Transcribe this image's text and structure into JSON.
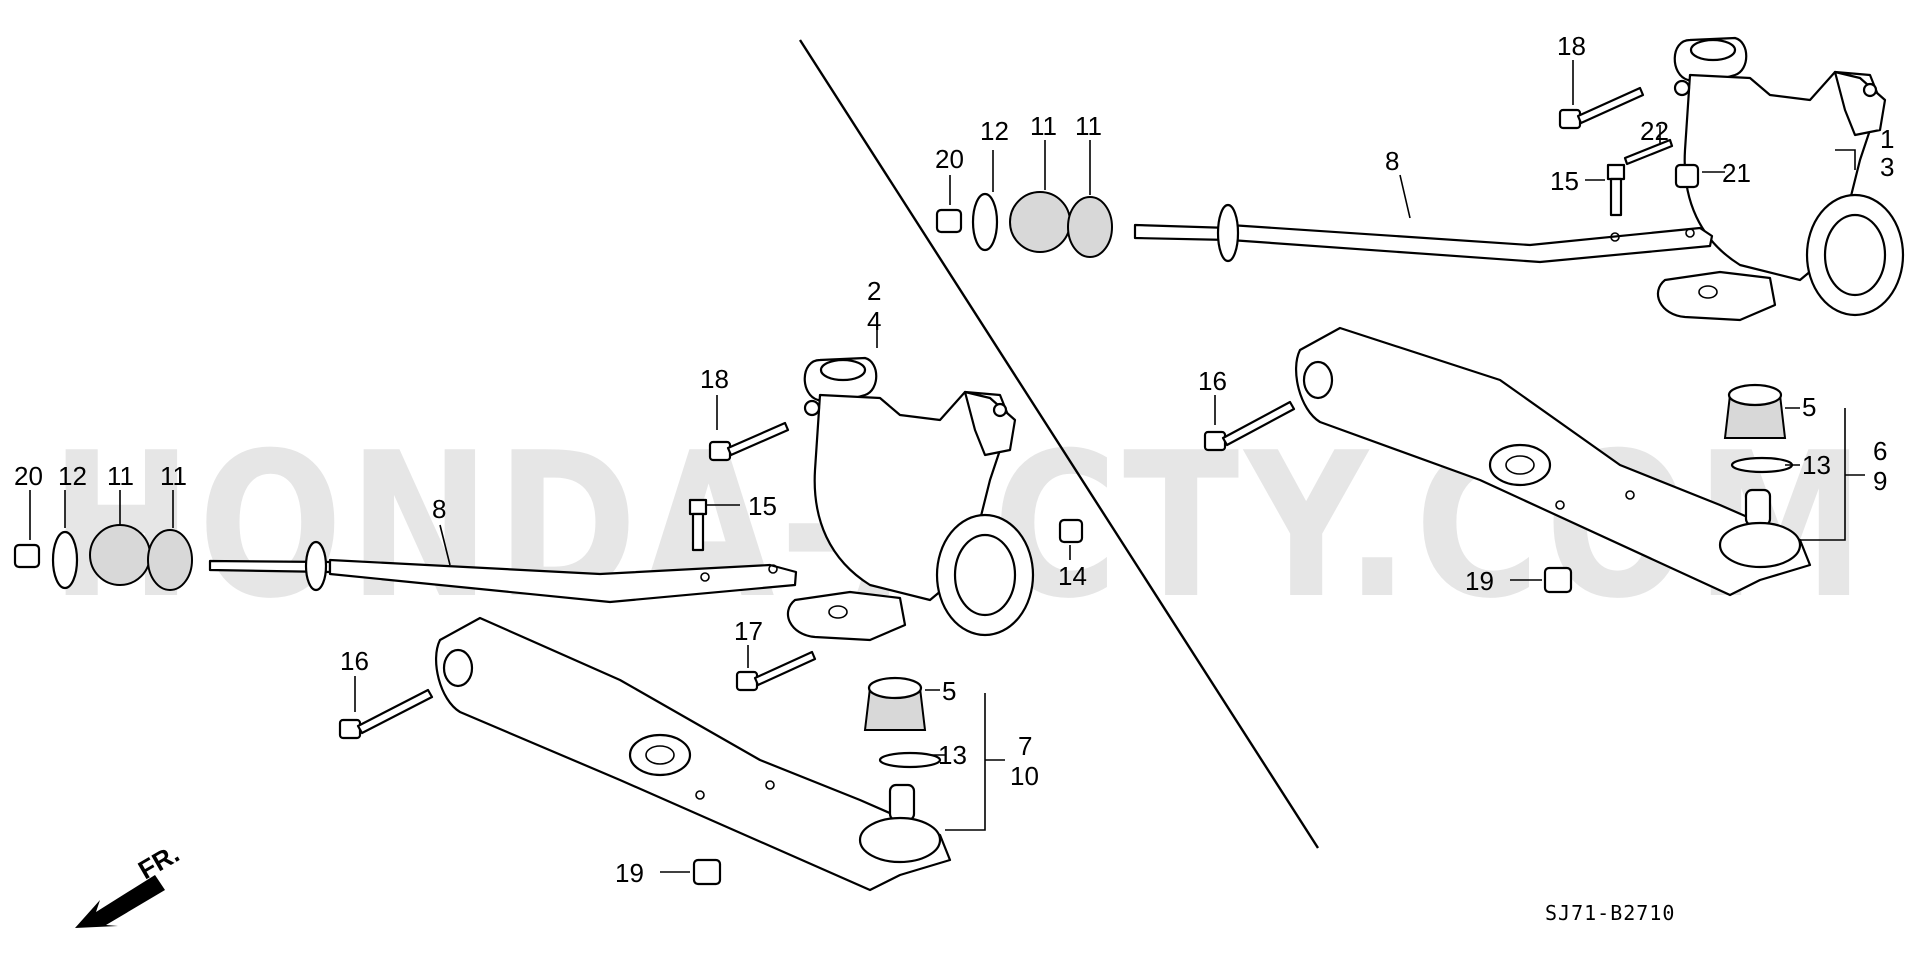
{
  "watermark": "HONDA-ACTY.COM",
  "diagram_code": "SJ71-B2710",
  "direction_label": "FR.",
  "callouts_left": {
    "c2": "2",
    "c4": "4",
    "c18": "18",
    "c15": "15",
    "c20": "20",
    "c12": "12",
    "c11a": "11",
    "c11b": "11",
    "c8": "8",
    "c14": "14",
    "c16": "16",
    "c17": "17",
    "c5": "5",
    "c13": "13",
    "c7": "7",
    "c10": "10",
    "c19": "19"
  },
  "callouts_right": {
    "c18": "18",
    "c22": "22",
    "c1": "1",
    "c3": "3",
    "c15": "15",
    "c21": "21",
    "c20": "20",
    "c12": "12",
    "c11a": "11",
    "c11b": "11",
    "c8": "8",
    "c16": "16",
    "c5": "5",
    "c6": "6",
    "c13": "13",
    "c9": "9",
    "c19": "19"
  }
}
